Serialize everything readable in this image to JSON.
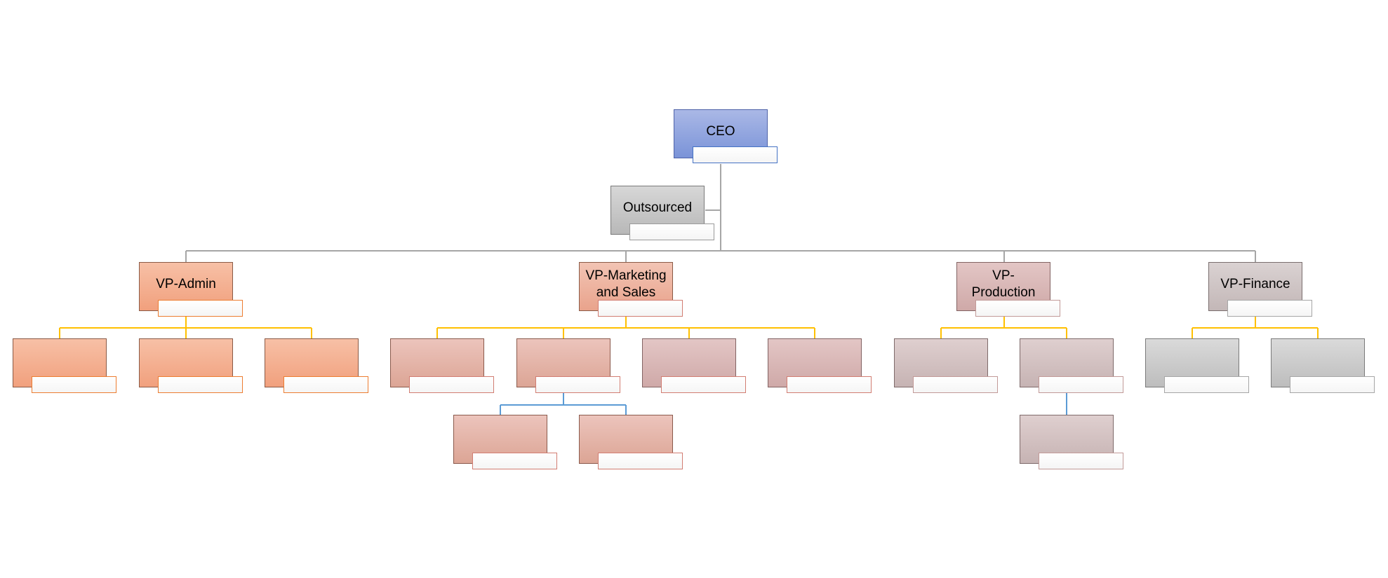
{
  "org_chart": {
    "nodes": {
      "ceo": "CEO",
      "outsourced": "Outsourced",
      "vp_admin": "VP-Admin",
      "vp_marketing": "VP-Marketing and Sales",
      "vp_production": "VP-Production",
      "vp_finance": "VP-Finance"
    },
    "relations": [
      [
        "ceo",
        "outsourced"
      ],
      [
        "ceo",
        "vp_admin"
      ],
      [
        "ceo",
        "vp_marketing"
      ],
      [
        "ceo",
        "vp_production"
      ],
      [
        "ceo",
        "vp_finance"
      ],
      [
        "vp_admin",
        "admin_1"
      ],
      [
        "vp_admin",
        "admin_2"
      ],
      [
        "vp_admin",
        "admin_3"
      ],
      [
        "vp_marketing",
        "marketing_1"
      ],
      [
        "vp_marketing",
        "marketing_2"
      ],
      [
        "vp_marketing",
        "marketing_3"
      ],
      [
        "vp_marketing",
        "marketing_4"
      ],
      [
        "marketing_2",
        "marketing_2_1"
      ],
      [
        "marketing_2",
        "marketing_2_2"
      ],
      [
        "vp_production",
        "production_1"
      ],
      [
        "vp_production",
        "production_2"
      ],
      [
        "production_2",
        "production_2_1"
      ],
      [
        "vp_finance",
        "finance_1"
      ],
      [
        "vp_finance",
        "finance_2"
      ]
    ],
    "colors": {
      "ceo_connector": "#a6a6a6",
      "vp_connector": "#ffc000",
      "sub_connector": "#5b9bd5"
    }
  }
}
